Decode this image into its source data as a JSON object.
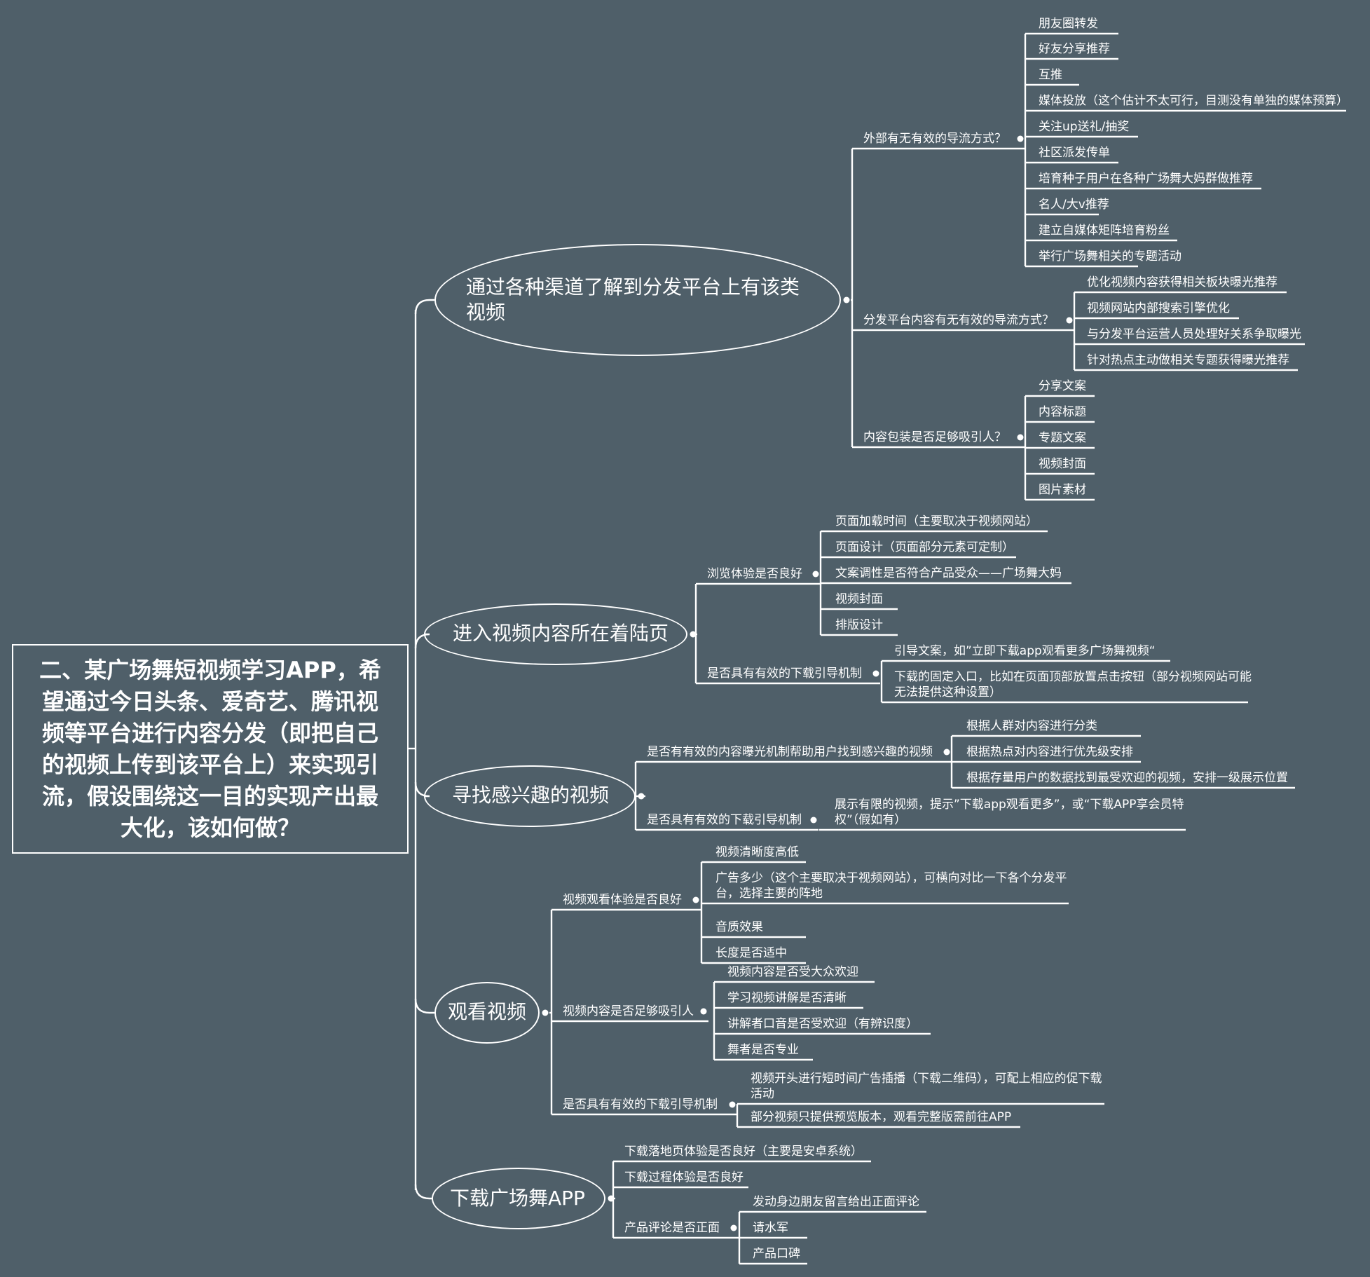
{
  "root": "二、某广场舞短视频学习APP，希望通过今日头条、爱奇艺、腾讯视频等平台进行内容分发（即把自己的视频上传到该平台上）来实现引流，假设围绕这一目的实现产出最大化，该如何做？",
  "stages": [
    {
      "title": "通过各种渠道了解到分发平台上有该类视频",
      "questions": [
        {
          "label": "外部有无有效的导流方式？",
          "items": [
            "朋友圈转发",
            "好友分享推荐",
            "互推",
            "媒体投放（这个估计不太可行，目测没有单独的媒体预算）",
            "关注up送礼/抽奖",
            "社区派发传单",
            "培育种子用户在各种广场舞大妈群做推荐",
            "名人/大v推荐",
            "建立自媒体矩阵培育粉丝",
            "举行广场舞相关的专题活动"
          ]
        },
        {
          "label": "分发平台内容有无有效的导流方式？",
          "items": [
            "优化视频内容获得相关板块曝光推荐",
            "视频网站内部搜索引擎优化",
            "与分发平台运营人员处理好关系争取曝光",
            "针对热点主动做相关专题获得曝光推荐"
          ]
        },
        {
          "label": "内容包装是否足够吸引人？",
          "items": [
            "分享文案",
            "内容标题",
            "专题文案",
            "视频封面",
            "图片素材"
          ]
        }
      ]
    },
    {
      "title": "进入视频内容所在着陆页",
      "questions": [
        {
          "label": "浏览体验是否良好",
          "items": [
            "页面加载时间（主要取决于视频网站）",
            "页面设计（页面部分元素可定制）",
            "文案调性是否符合产品受众——广场舞大妈",
            "视频封面",
            "排版设计"
          ]
        },
        {
          "label": "是否具有有效的下载引导机制",
          "items": [
            "引导文案，如”立即下载app观看更多广场舞视频“",
            "下载的固定入口，比如在页面顶部放置点击按钮（部分视频网站可能无法提供这种设置）"
          ]
        }
      ]
    },
    {
      "title": "寻找感兴趣的视频",
      "questions": [
        {
          "label": "是否有有效的内容曝光机制帮助用户找到感兴趣的视频",
          "items": [
            "根据人群对内容进行分类",
            "根据热点对内容进行优先级安排",
            "根据存量用户的数据找到最受欢迎的视频，安排一级展示位置"
          ]
        },
        {
          "label": "是否具有有效的下载引导机制",
          "items": [
            "展示有限的视频，提示”下载app观看更多”，或“下载APP享会员特权”（假如有）"
          ]
        }
      ]
    },
    {
      "title": "观看视频",
      "questions": [
        {
          "label": "视频观看体验是否良好",
          "items": [
            "视频清晰度高低",
            "广告多少（这个主要取决于视频网站），可横向对比一下各个分发平台，选择主要的阵地",
            "音质效果",
            "长度是否适中"
          ]
        },
        {
          "label": "视频内容是否足够吸引人",
          "items": [
            "视频内容是否受大众欢迎",
            "学习视频讲解是否清晰",
            "讲解者口音是否受欢迎（有辨识度）",
            "舞者是否专业"
          ]
        },
        {
          "label": "是否具有有效的下载引导机制",
          "items": [
            "视频开头进行短时间广告插播（下载二维码），可配上相应的促下载活动",
            "部分视频只提供预览版本，观看完整版需前往APP"
          ]
        }
      ]
    },
    {
      "title": "下载广场舞APP",
      "questions": [
        {
          "label": "下载落地页体验是否良好（主要是安卓系统）",
          "items": []
        },
        {
          "label": "下载过程体验是否良好",
          "items": []
        },
        {
          "label": "产品评论是否正面",
          "items": [
            "发动身边朋友留言给出正面评论",
            "请水军",
            "产品口碑"
          ]
        }
      ]
    }
  ]
}
